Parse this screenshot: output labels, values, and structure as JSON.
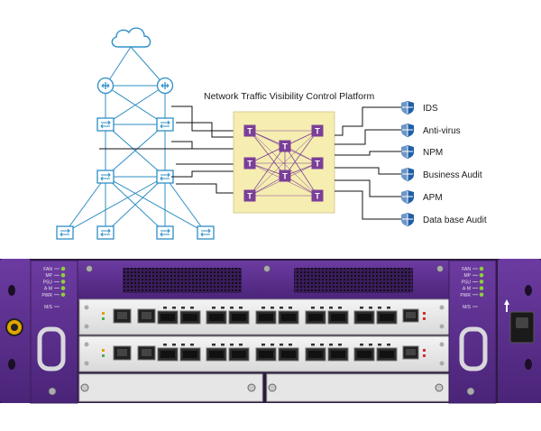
{
  "platform": {
    "title": "Network Traffic Visibility Control Platform",
    "node_label": "T",
    "box_color": "#f6eeb0",
    "node_color": "#7b3f98"
  },
  "network": {
    "cloud_icon": "cloud-icon",
    "router_icon": "router-icon",
    "switch_icon": "switch-icon",
    "line_color": "#2e8fc6"
  },
  "tools": [
    {
      "label": "IDS"
    },
    {
      "label": "Anti-virus"
    },
    {
      "label": "NPM"
    },
    {
      "label": "Business Audit"
    },
    {
      "label": "APM"
    },
    {
      "label": "Data base Audit"
    }
  ],
  "tool_icon": "shield-icon",
  "chassis": {
    "color": "#5b2f8e",
    "left_leds": [
      "FAN",
      "MP",
      "PSU",
      "A·M",
      "PWR",
      "M/S"
    ],
    "right_leds": [
      "FAN",
      "MP",
      "PSU",
      "A·M",
      "PWR",
      "M/S"
    ],
    "led_color": "#8dcf3a"
  }
}
